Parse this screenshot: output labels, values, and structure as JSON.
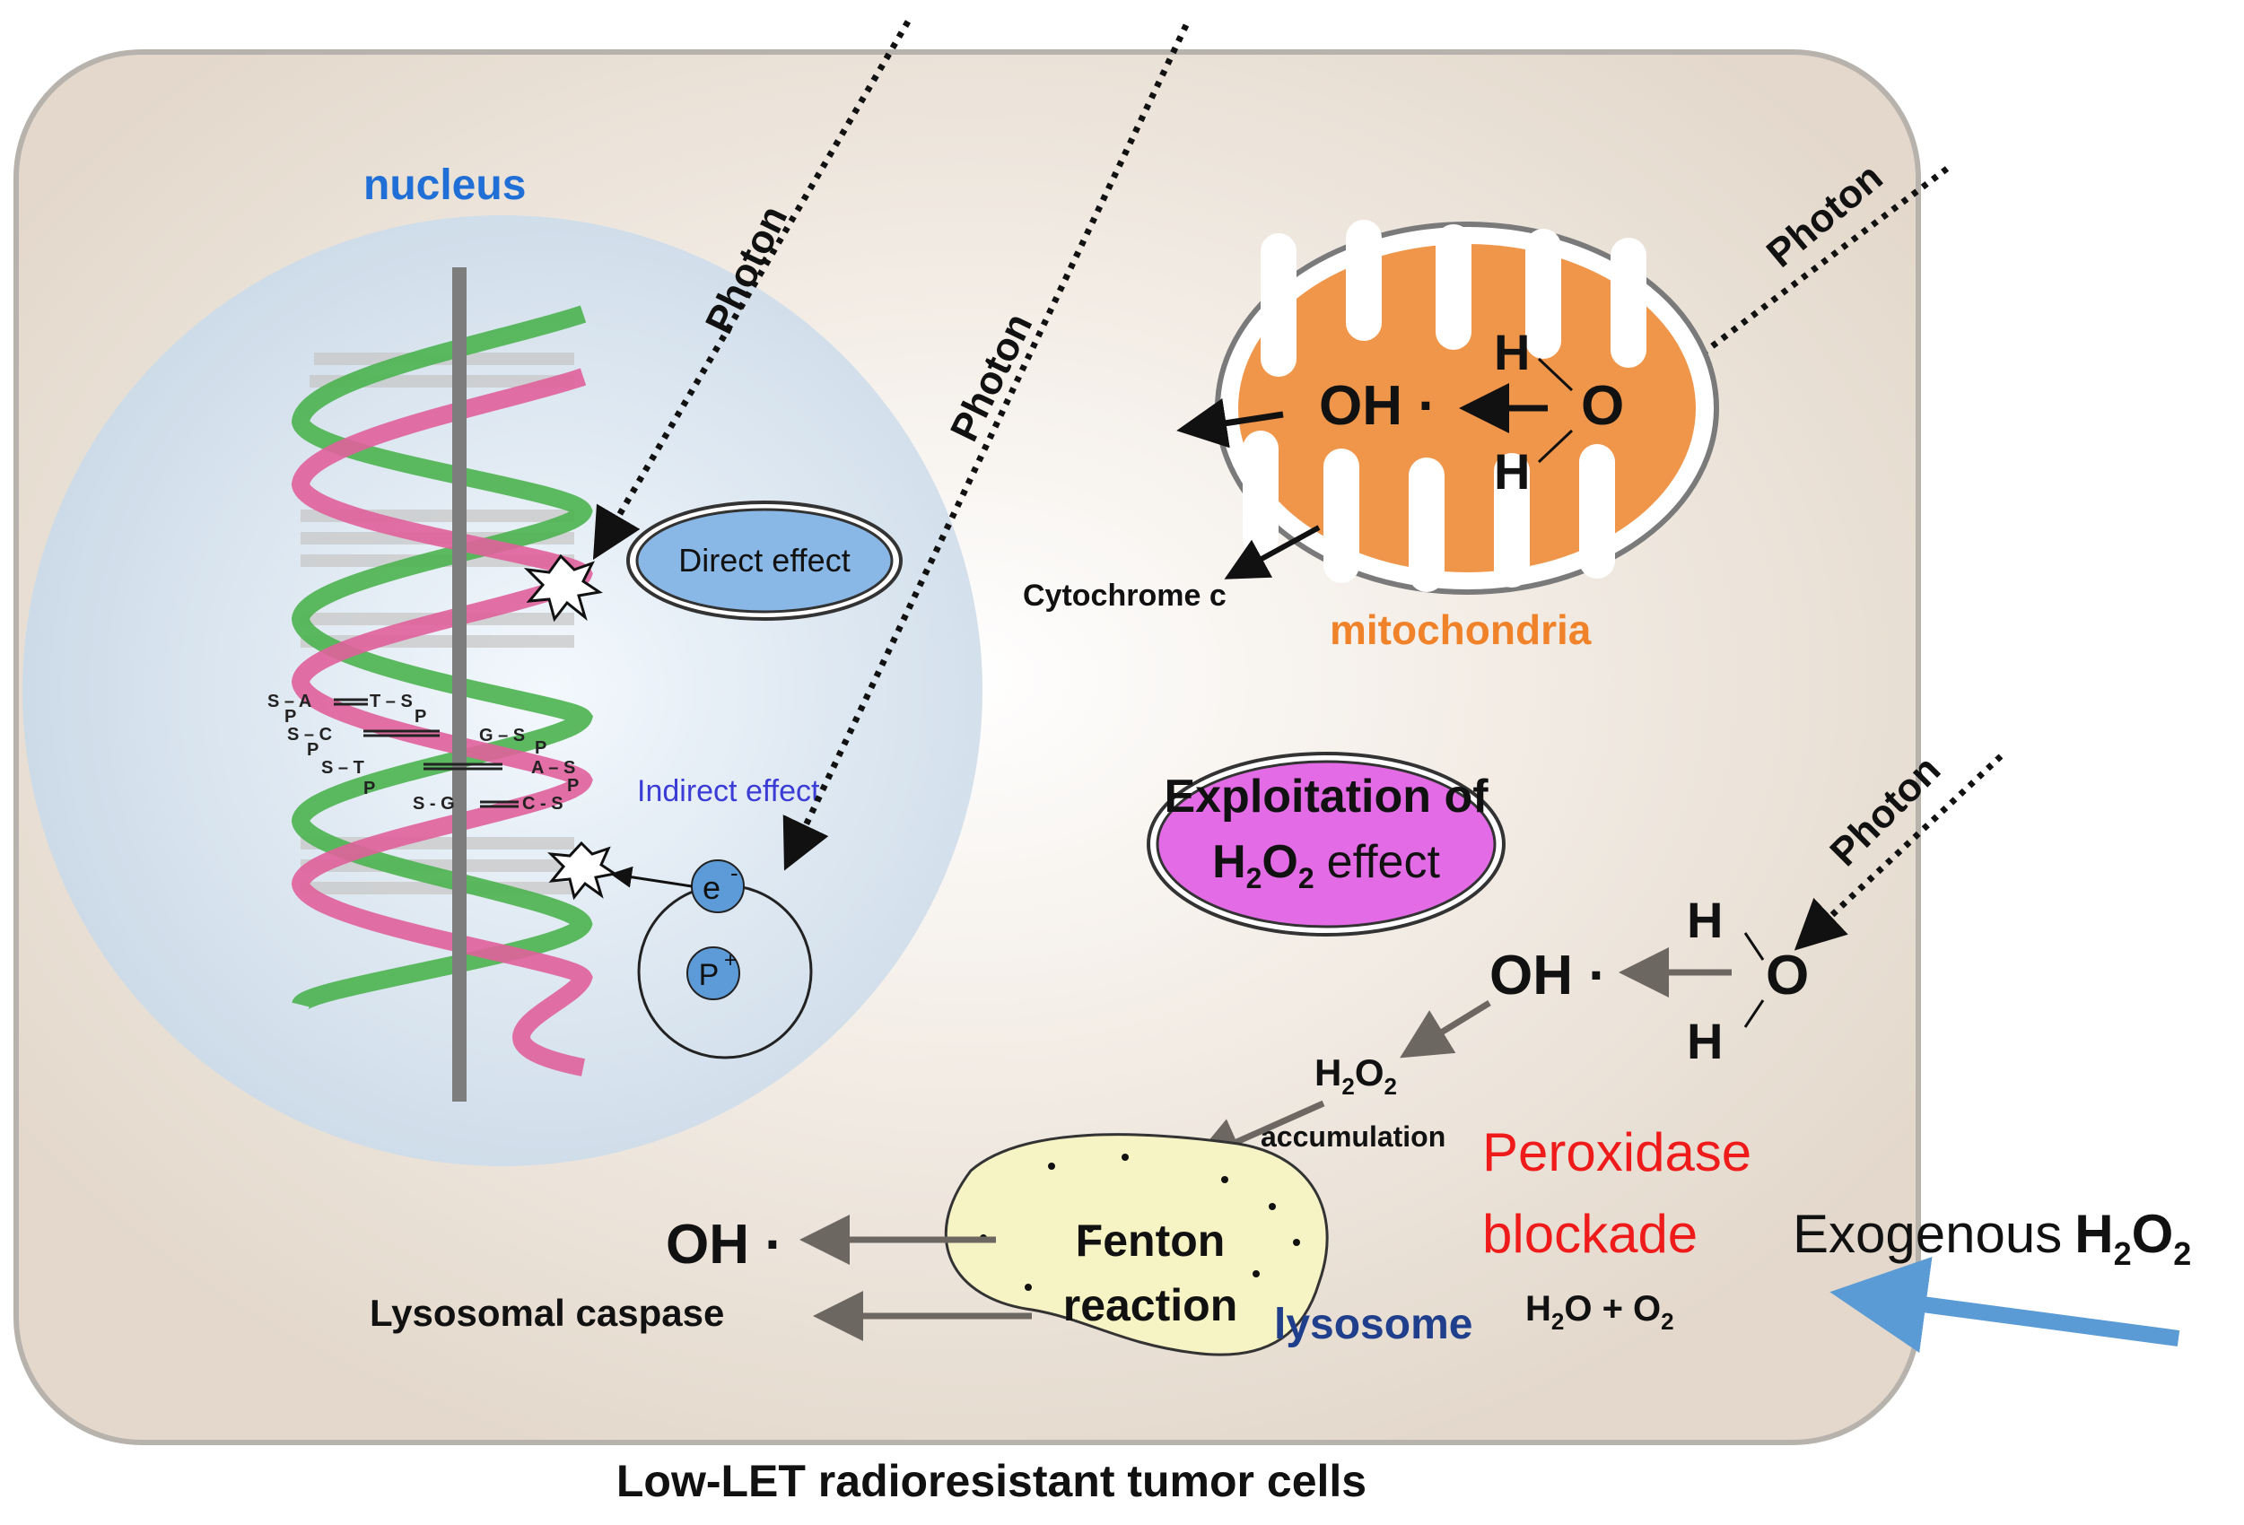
{
  "labels": {
    "nucleus": "nucleus",
    "photon": "Photon",
    "direct_effect": "Direct effect",
    "indirect_effect": "Indirect effect",
    "electron": "e",
    "electron_charge": "-",
    "proton": "P",
    "proton_charge": "+",
    "mitochondria": "mitochondria",
    "cytochrome_c": "Cytochrome c",
    "exploitation_line1": "Exploitation of",
    "exploitation_h2o2": "H",
    "exploitation_effect": "effect",
    "oh_radical": "OH",
    "hydrogen": "H",
    "oxygen": "O",
    "h2o2_h": "H",
    "h2o2_o": "O",
    "sub_2": "2",
    "accumulation": "accumulation",
    "peroxidase_line1": "Peroxidase",
    "peroxidase_line2": "blockade",
    "water_oxygen_h": "H",
    "water_oxygen_mid": "O + O",
    "exogenous": "Exogenous",
    "fenton_line1": "Fenton",
    "fenton_line2": "reaction",
    "lysosome": "lysosome",
    "lysosomal_caspase": "Lysosomal caspase",
    "caption": "Low-LET radioresistant tumor cells"
  },
  "dna_letters": [
    "S – A",
    "T – S",
    "P",
    "S – C",
    "P",
    "G – S",
    "P",
    "S – T",
    "P",
    "P",
    "A – S",
    "P",
    "S - G",
    "C - S"
  ],
  "colors": {
    "cell_fill": "#e6dcd0",
    "cell_border": "#b7b2ac",
    "nucleus_fill": "#dbe7f3",
    "nucleus_label": "#1f6fd6",
    "dna_green": "#4bb24f",
    "dna_pink": "#e0609b",
    "mitochondria_fill": "#f0964a",
    "mitochondria_border": "#7a7a7a",
    "mitochondria_label": "#f0822a",
    "direct_effect_fill": "#8ab8e6",
    "indirect_effect_text": "#3b3bd6",
    "particle_fill": "#5c9bd8",
    "exploitation_fill": "#e36be6",
    "lysosome_fill": "#f6f3c4",
    "lysosome_label": "#1f3f8c",
    "peroxidase_text": "#ef1b1b",
    "exogenous_arrow": "#5b9bd5",
    "grey_arrow": "#6d6762"
  }
}
